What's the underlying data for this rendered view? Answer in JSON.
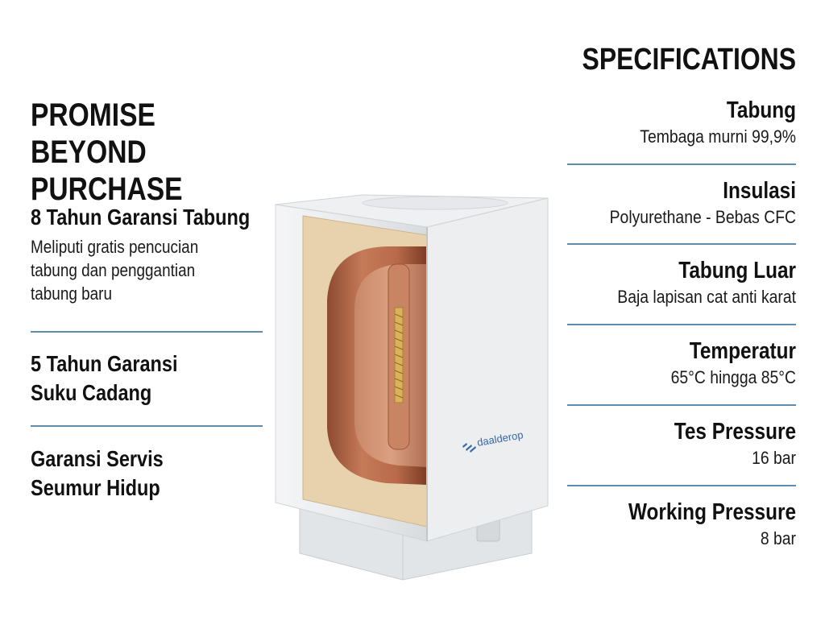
{
  "left": {
    "title": "PROMISE BEYOND PURCHASE",
    "warranties": [
      {
        "title": "8 Tahun Garansi Tabung",
        "description": "Meliputi gratis pencucian tabung dan penggantian tabung baru"
      },
      {
        "title": "5 Tahun Garansi Suku Cadang",
        "description": ""
      },
      {
        "title": "Garansi Servis Seumur Hidup",
        "description": ""
      }
    ]
  },
  "right": {
    "title": "SPECIFICATIONS",
    "specs": [
      {
        "label": "Tabung",
        "value": "Tembaga murni 99,9%"
      },
      {
        "label": "Insulasi",
        "value": "Polyurethane - Bebas CFC"
      },
      {
        "label": "Tabung Luar",
        "value": "Baja lapisan cat anti karat"
      },
      {
        "label": "Temperatur",
        "value": "65°C hingga 85°C"
      },
      {
        "label": "Tes Pressure",
        "value": "16 bar"
      },
      {
        "label": "Working Pressure",
        "value": "8 bar"
      }
    ]
  },
  "product": {
    "brand": "daalderop"
  },
  "colors": {
    "divider": "#5e8cad",
    "brand": "#3b68a8",
    "insulation": "#e8d2ae",
    "copper": "#b8694a",
    "casing": "#eceef0"
  }
}
